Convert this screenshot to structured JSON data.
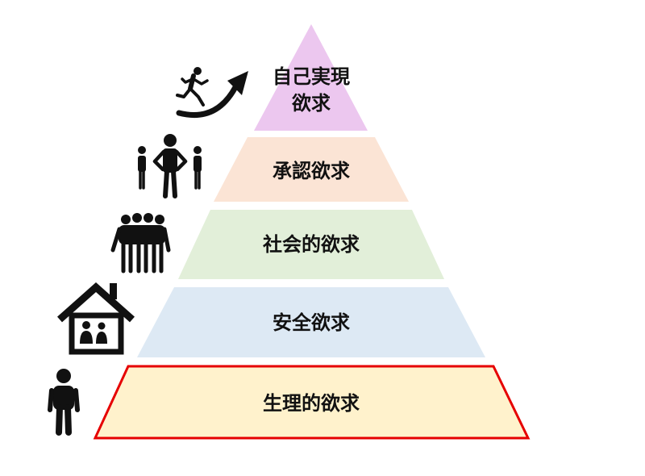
{
  "pyramid": {
    "tiers": [
      {
        "id": "self-actualization",
        "lines": [
          "自己実現",
          "欲求"
        ],
        "fill": "#ecc7ef",
        "icon": "running-person-arrow-icon"
      },
      {
        "id": "esteem",
        "lines": [
          "承認欲求"
        ],
        "fill": "#fbe4d5",
        "icon": "leader-group-icon"
      },
      {
        "id": "social",
        "lines": [
          "社会的欲求"
        ],
        "fill": "#e2efd9",
        "icon": "people-group-icon"
      },
      {
        "id": "safety",
        "lines": [
          "安全欲求"
        ],
        "fill": "#dde9f4",
        "icon": "house-family-icon"
      },
      {
        "id": "physiological",
        "lines": [
          "生理的欲求"
        ],
        "fill": "#fff2cc",
        "icon": "person-icon",
        "highlight": true,
        "highlight_color": "#e60000"
      }
    ]
  }
}
